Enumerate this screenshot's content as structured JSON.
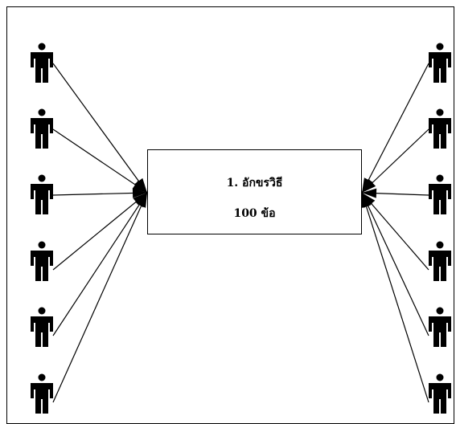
{
  "center_box": {
    "title": "1. อักขรวิธี",
    "subtitle": "100 ข้อ"
  },
  "people_left": [
    "person",
    "person",
    "person",
    "person",
    "person",
    "person"
  ],
  "people_right": [
    "person",
    "person",
    "person",
    "person",
    "person",
    "person"
  ],
  "icons": {
    "person": "person-icon",
    "arrowhead": "arrowhead-icon"
  },
  "colors": {
    "stroke": "#000000",
    "background": "#ffffff"
  }
}
